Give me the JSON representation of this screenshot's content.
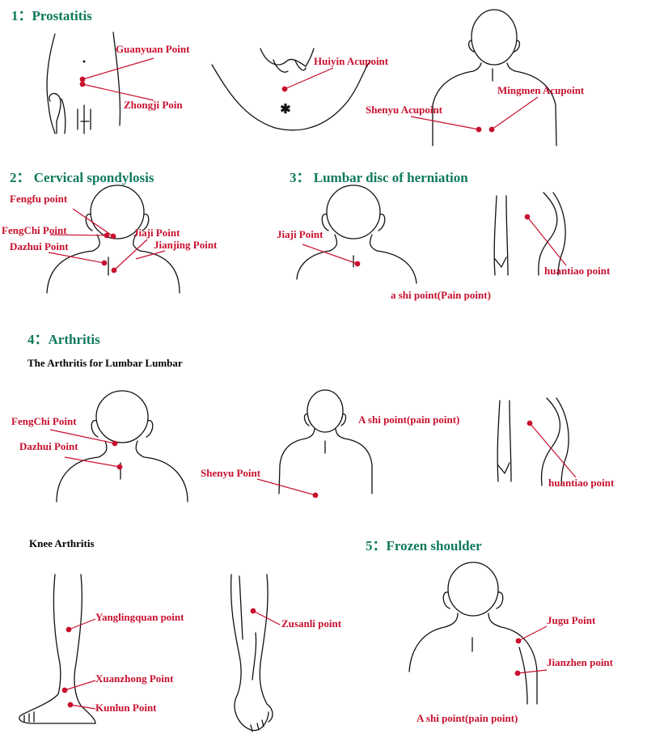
{
  "colors": {
    "heading": "#0f7a5c",
    "label": "#c8102e",
    "leader": "#c8102e",
    "outline": "#111111",
    "subheading": "#000000"
  },
  "sections": {
    "prostatitis": "1：Prostatitis",
    "cervical": "2：  Cervical spondylosis",
    "lumbar_disc": "3：  Lumbar disc of herniation",
    "arthritis": "4：Arthritis",
    "arthritis_lumbar": "The Arthritis for Lumbar Lumbar",
    "knee_arthritis": "Knee Arthritis",
    "frozen_shoulder": "5：Frozen shoulder"
  },
  "points": {
    "guanyuan": "Guanyuan Point",
    "zhongji": "Zhongji Poin",
    "huiyin": "Huiyin Acupoint",
    "mingmen": "Mingmen Acupoint",
    "shenyu_1": "Shenyu Acupoint",
    "fengfu": "Fengfu point",
    "fengchi_2": "FengChi Point",
    "jiaji_2": "Jiaji Point",
    "dazhui_2": "Dazhui Point",
    "jianjing": "Jianjing Point",
    "jiaji_3": "Jiaji Point",
    "ashi_3": "a shi point(Pain point)",
    "huantiao_3": "huantiao point",
    "fengchi_4": "FengChi Point",
    "dazhui_4": "Dazhui Point",
    "ashi_4": "A shi point(pain point)",
    "shenyu_4": "Shenyu Point",
    "huantiao_4": "huantiao point",
    "yanglingquan": "Yanglingquan point",
    "zusanli": "Zusanli point",
    "xuanzhong": "Xuanzhong Point",
    "kunlun": "Kunlun Point",
    "jugu": "Jugu Point",
    "jianzhen": "Jianzhen point",
    "ashi_5": "A shi point(pain point)"
  }
}
